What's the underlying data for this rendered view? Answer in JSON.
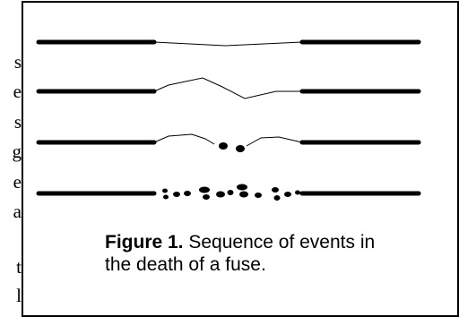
{
  "left_margin_text": [
    "s",
    "e",
    "s",
    "g",
    "e",
    "a",
    "t",
    "l"
  ],
  "figure": {
    "caption_label": "Figure 1.",
    "caption_text": " Sequence of events in the death of a fuse."
  }
}
